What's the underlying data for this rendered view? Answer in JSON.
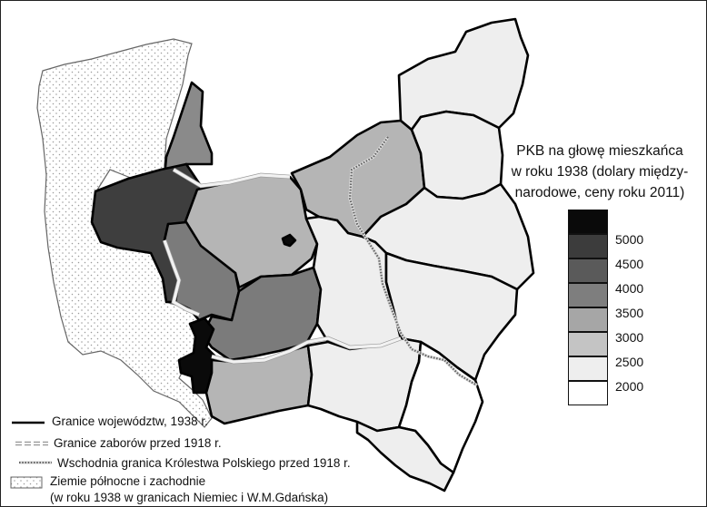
{
  "legend": {
    "title_line1": "PKB na głowę mieszkańca",
    "title_line2": "w roku 1938 (dolary między-",
    "title_line3": "narodowe, ceny roku 2011)",
    "classes": [
      {
        "label": "5000",
        "color": "#0a0a0a"
      },
      {
        "label": "4500",
        "color": "#3c3c3c"
      },
      {
        "label": "4000",
        "color": "#5a5a5a"
      },
      {
        "label": "3500",
        "color": "#7e7e7e"
      },
      {
        "label": "3000",
        "color": "#a6a6a6"
      },
      {
        "label": "2500",
        "color": "#c4c4c4"
      },
      {
        "label": "",
        "color": "#eeeeee"
      },
      {
        "label": "2000",
        "color": "#ffffff"
      }
    ]
  },
  "line_legend": {
    "voivodeship_borders": "Granice województw, 1938 r.",
    "partition_borders": "Granice zaborów przed 1918 r.",
    "kingdom_border": "Wschodnia granica Królestwa Polskiego przed 1918 r.",
    "northern_western_line1": "Ziemie północne i zachodnie",
    "northern_western_line2": "(w roku 1938 w granicach Niemiec i W.M.Gdańska)"
  },
  "colors": {
    "hatched_background": "#ffffff",
    "hatched_dots": "#9a9a9a"
  }
}
